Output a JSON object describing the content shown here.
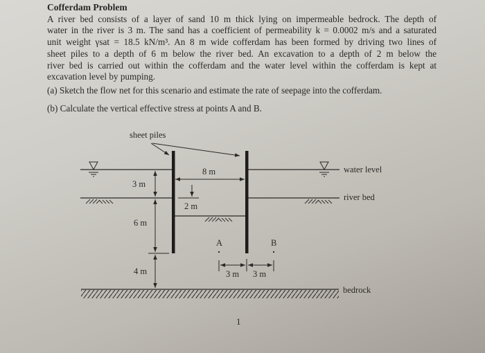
{
  "document": {
    "title": "Cofferdam Problem",
    "paragraph_lines": [
      "A river bed consists of a layer of sand 10 m thick lying on impermeable bedrock. The depth of",
      "water in the river is 3 m. The sand has a coefficient of permeability k = 0.0002 m/s and a saturated",
      "unit weight γsat = 18.5 kN/m³. An 8 m wide cofferdam has been formed by driving two lines of",
      "sheet piles to a depth of 6 m below the river bed. An excavation to a depth of 2 m below the",
      "river bed is carried out within the cofferdam and the water level within the cofferdam is kept at",
      "excavation level by pumping."
    ],
    "questions": [
      "(a) Sketch the flow net for this scenario and estimate the rate of seepage into the cofferdam.",
      "(b) Calculate the vertical effective stress at points A and B."
    ],
    "page_number": "1"
  },
  "diagram": {
    "labels": {
      "sheet_piles": "sheet piles",
      "water_level": "water level",
      "river_bed": "river bed",
      "bedrock": "bedrock",
      "point_a": "A",
      "point_b": "B"
    },
    "dimensions": {
      "water_depth": "3 m",
      "cofferdam_width": "8 m",
      "excavation_depth": "2 m",
      "pile_embedment": "6 m",
      "below_pile": "4 m",
      "a_offset": "3 m",
      "b_offset": "3 m"
    },
    "colors": {
      "ink": "#2a2826",
      "pile": "#1e1c1b"
    }
  }
}
